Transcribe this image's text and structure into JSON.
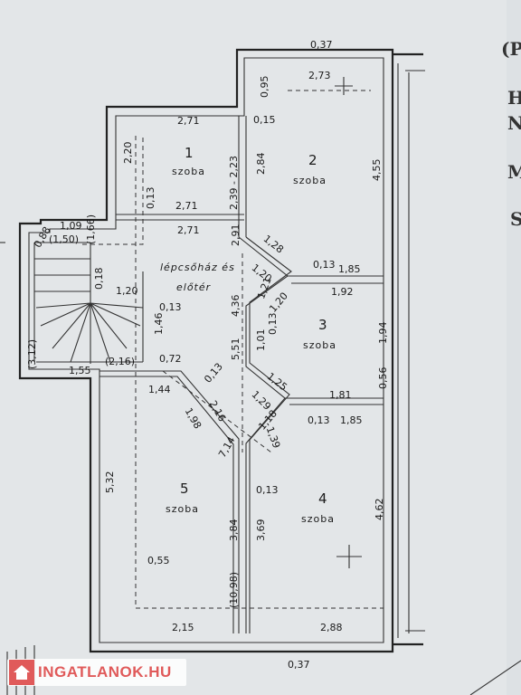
{
  "rooms": [
    {
      "number": "1",
      "type": "szoba"
    },
    {
      "number": "2",
      "type": "szoba"
    },
    {
      "number": "3",
      "type": "szoba"
    },
    {
      "number": "4",
      "type": "szoba"
    },
    {
      "number": "5",
      "type": "szoba"
    }
  ],
  "stairwell": {
    "line1": "lépcsőház és",
    "line2": "előtér"
  },
  "dimensions": {
    "top_037": "0,37",
    "r2_273": "2,73",
    "r2_095": "0,95",
    "r2_015": "0,15",
    "r2_284": "2,84",
    "r2_455": "4,55",
    "r1_271a": "2,71",
    "r1_220": "2,20",
    "r1_013": "0,13",
    "r1_271b": "2,71",
    "r1_diag": "2,39 - 2,23",
    "hall_271": "2,71",
    "hall_109": "1,09",
    "hall_150": "(1,50)",
    "hall_166": "(1,66)",
    "hall_088": "0,88",
    "hall_291": "2,91",
    "hall_018": "0,18",
    "hall_120": "1,20",
    "hall_013": "0,13",
    "hall_146": "1,46",
    "hall_436": "4,36",
    "hall_551": "5,51",
    "hall_312": "(3,12)",
    "hall_216": "(2,16)",
    "hall_072": "0,72",
    "hall_155": "1,55",
    "hall_128": "1,28",
    "hall_120b": "1,20",
    "hall_121": "1,21",
    "hall_120c": "1,20",
    "r3_013": "0,13",
    "r3_185": "1,85",
    "r3_192": "1,92",
    "r3_194": "1,94",
    "r3_101": "1,01",
    "r3_013b": "0,13",
    "r3_125": "1,25",
    "r3_181": "1,81",
    "r3_056": "0,56",
    "d_013": "0,13",
    "d_144": "1,44",
    "d_198": "1,98",
    "d_216": "2,16",
    "d_129": "1,29",
    "d_118": "1,18",
    "d_714": "7,14",
    "d_139": "1,39",
    "d_013b": "0,13",
    "d_185": "1,85",
    "r5_532": "5,32",
    "r5_055": "0,55",
    "r5_215": "2,15",
    "r5_384": "3,84",
    "r5_1098": "(10,98)",
    "r4_013": "0,13",
    "r4_369": "3,69",
    "r4_462": "4,62",
    "r4_288": "2,88",
    "bottom_037": "0,37"
  },
  "side_fragments": {
    "p": "(P",
    "h": "H",
    "n": "N",
    "m": "M",
    "s": "S"
  },
  "watermark": {
    "text": "INGATLANOK.HU",
    "brand_color": "#e05a5a"
  }
}
